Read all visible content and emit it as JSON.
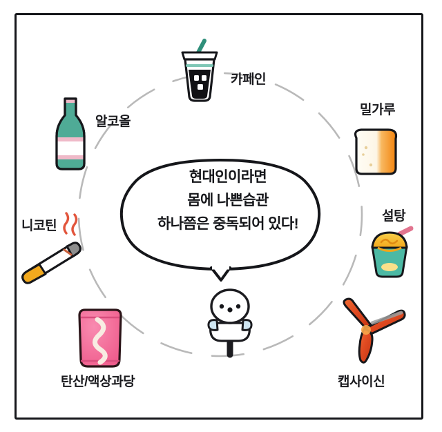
{
  "poster": {
    "type": "korean-health-infographic",
    "background_color": "#ffffff",
    "frame_color": "#15161a"
  },
  "bubble": {
    "name": "central-speech-bubble",
    "lines": [
      "현대인이라면",
      "몸에 나쁜습관",
      "하나쯤은 중독되어 있다!"
    ],
    "line1": "현대인이라면",
    "line2": "몸에 나쁜습관",
    "line3": "하나쯤은 중독되어 있다!",
    "text_color": "#15161a",
    "outline_color": "#15161a",
    "fill_color": "#ffffff"
  },
  "mascot": {
    "name": "white-round-character",
    "body_color": "#ffffff",
    "outline_color": "#1b1b1f",
    "cheek_color": "#cfe6f2",
    "eye_color": "#15161a"
  },
  "ring": {
    "name": "dashed-connector-circle",
    "color": "#b4b4b4",
    "style": "dashed"
  },
  "items": [
    {
      "id": "caffeine",
      "label": "카페인",
      "icon": "iced-coffee-cup-icon",
      "colors": {
        "accent": "#2f8f7a",
        "body": "#111111",
        "cup": "#ffffff"
      },
      "position": "top"
    },
    {
      "id": "flour",
      "label": "밀가루",
      "icon": "bread-slice-icon",
      "colors": {
        "accent": "#f5962a",
        "body": "#fdfaf3",
        "crust": "#f07d10"
      },
      "position": "top-right"
    },
    {
      "id": "sugar",
      "label": "설탕",
      "icon": "sugar-bowl-icon",
      "colors": {
        "accent": "#f5b826",
        "body": "#4cb9a4",
        "spoon": "#e2748f"
      },
      "position": "right"
    },
    {
      "id": "capsaicin",
      "label": "캡사이신",
      "icon": "red-pepper-icon",
      "colors": {
        "accent": "#e04a21",
        "body": "#d8401c",
        "highlight": "#9a9a9a"
      },
      "position": "bottom-right"
    },
    {
      "id": "soda",
      "label": "탄산/액상과당",
      "icon": "soda-can-icon",
      "colors": {
        "accent": "#f2638f",
        "body": "#f06b98",
        "stripe": "#f7eadf"
      },
      "position": "bottom-left"
    },
    {
      "id": "nicotine",
      "label": "니코틴",
      "icon": "cigarette-icon",
      "colors": {
        "accent": "#f2a91e",
        "body": "#ffffff",
        "ash": "#8d8d8d",
        "smoke": "#e2553c"
      },
      "position": "left"
    },
    {
      "id": "alcohol",
      "label": "알코올",
      "icon": "soju-bottle-icon",
      "colors": {
        "accent": "#4fab96",
        "body": "#4fab96",
        "label": "#ffffff",
        "stripe": "#efb9c8"
      },
      "position": "top-left"
    }
  ]
}
